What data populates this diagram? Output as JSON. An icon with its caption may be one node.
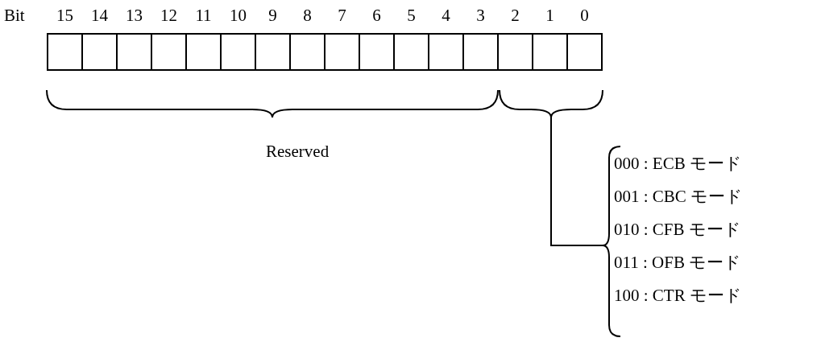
{
  "diagram": {
    "nodes": [
      {
        "text": [],
        "shape": "box"
      },
      {
        "text": [],
        "shape": "box"
      },
      {
        "text": [],
        "shape": "box"
      },
      {
        "text": [],
        "shape": "box"
      },
      {
        "text": [],
        "shape": "box"
      },
      {
        "text": [],
        "shape": "box"
      },
      {
        "text": [],
        "shape": "box"
      },
      {
        "text": [],
        "shape": "box"
      },
      {
        "text": [],
        "shape": "box"
      },
      {
        "text": [],
        "shape": "box"
      },
      {
        "text": [],
        "shape": "box"
      },
      {
        "text": [],
        "shape": "box"
      },
      {
        "text": [],
        "shape": "box"
      },
      {
        "text": [],
        "shape": "box"
      },
      {
        "text": [],
        "shape": "box"
      },
      {
        "text": [],
        "shape": "box"
      }
    ],
    "labels": [
      "Bit",
      "15",
      "14",
      "13",
      "12",
      "11",
      "10",
      "9",
      "8",
      "7",
      "6",
      "5",
      "4",
      "3",
      "2",
      "1",
      "0",
      "Reserved",
      "000 : ECB モード",
      "001 : CBC モード",
      "010 : CFB モード",
      "011 : OFB モード",
      "100 : CTR モード"
    ]
  }
}
